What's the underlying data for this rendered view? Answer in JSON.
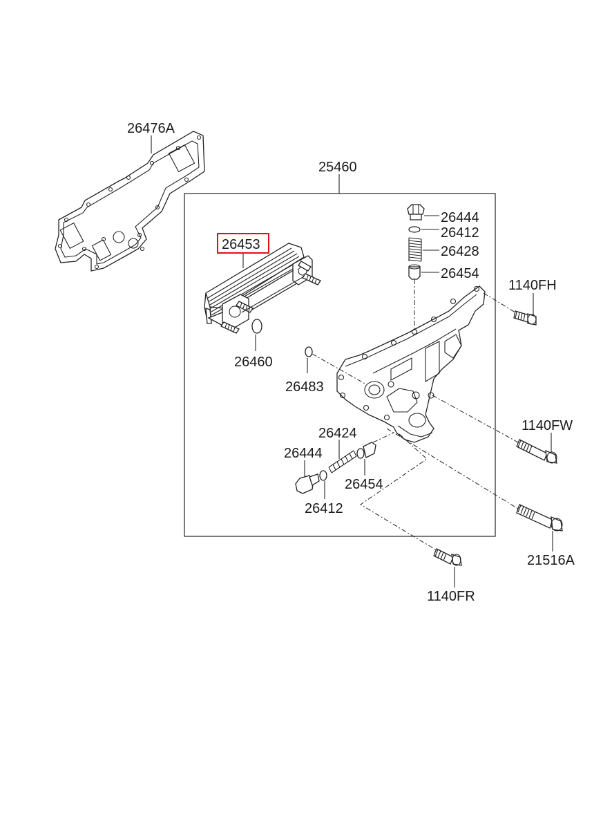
{
  "diagram": {
    "colors": {
      "line": "#222222",
      "highlight": "#e0101a",
      "background": "#ffffff"
    },
    "highlighted_part": "26453",
    "labels": {
      "p26476A": "26476A",
      "p25460": "25460",
      "p26453": "26453",
      "p26460": "26460",
      "p26444_top": "26444",
      "p26412_top": "26412",
      "p26428": "26428",
      "p26454_top": "26454",
      "p1140FH": "1140FH",
      "p26483": "26483",
      "p26424": "26424",
      "p26444_bot": "26444",
      "p26454_bot": "26454",
      "p26412_bot": "26412",
      "p1140FW": "1140FW",
      "p21516A": "21516A",
      "p1140FR": "1140FR"
    }
  }
}
